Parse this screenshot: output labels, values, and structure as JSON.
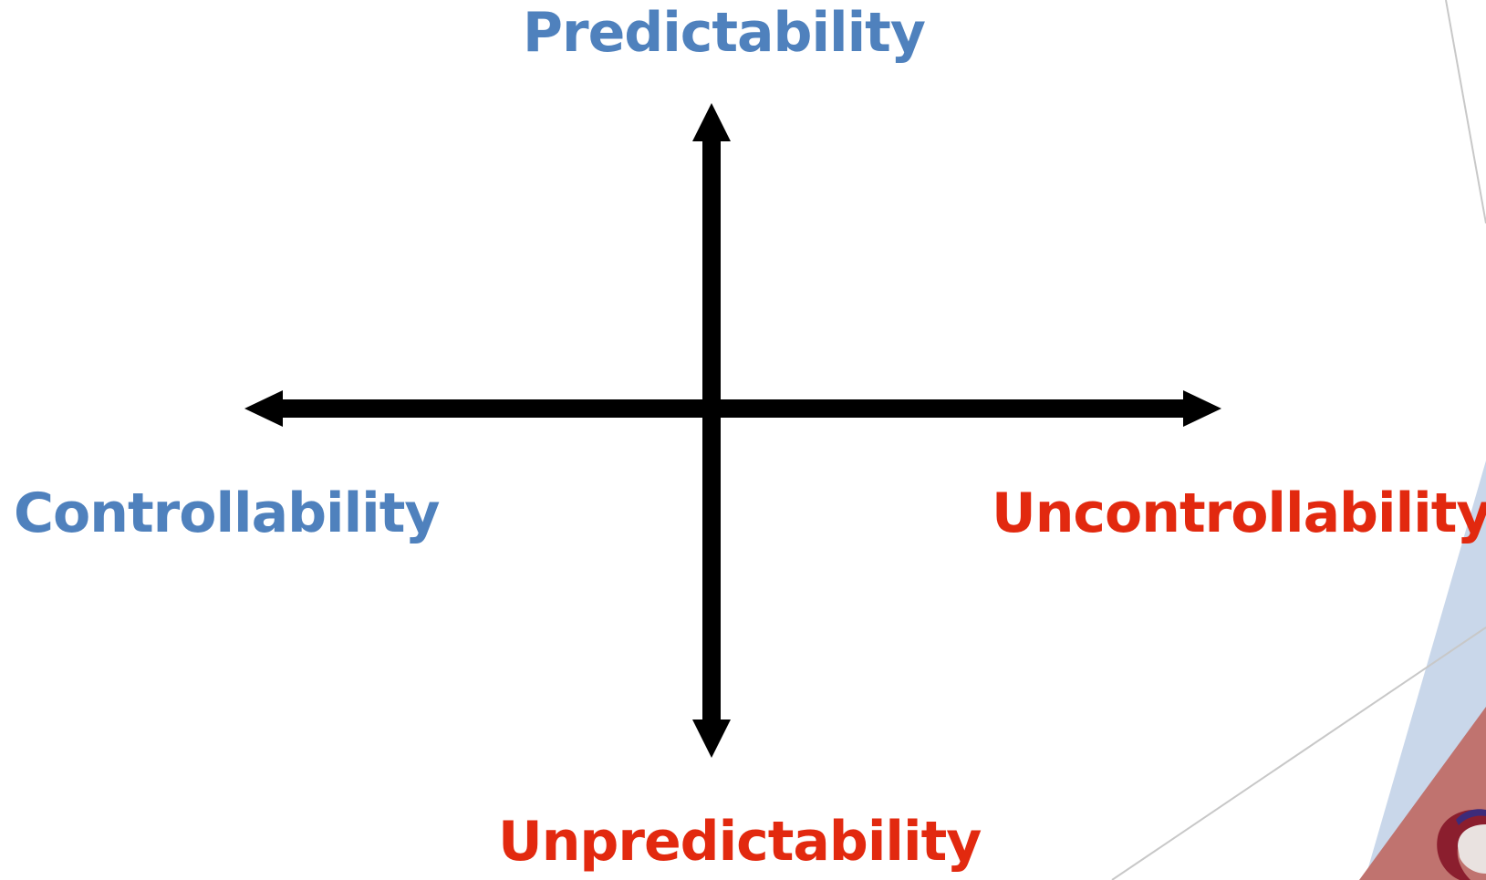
{
  "labels": {
    "top": "Predictability",
    "left": "Controllability",
    "right": "Uncontrollability",
    "bottom": "Unpredictability"
  },
  "colors": {
    "positive": "#4f81bd",
    "negative": "#e2290f",
    "arrow": "#000000",
    "decor_blue": "#c9d7ea",
    "decor_red": "#c0736f",
    "decor_line": "#c8c8c8"
  }
}
